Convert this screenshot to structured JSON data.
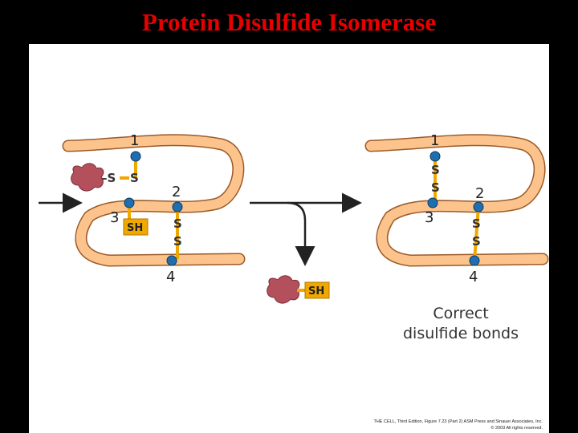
{
  "title": "Protein Disulfide Isomerase",
  "left_diagram": {
    "residues": [
      "1",
      "2",
      "3",
      "4"
    ],
    "bond_1_atoms": [
      "S",
      "S"
    ],
    "bond_2_atoms": [
      "S",
      "S"
    ],
    "pdi_bond_label": "–S",
    "free_thiol": "SH"
  },
  "right_diagram": {
    "residues": [
      "1",
      "2",
      "3",
      "4"
    ],
    "bond_a_atoms": [
      "S",
      "S"
    ],
    "bond_b_atoms": [
      "S",
      "S"
    ]
  },
  "released_enzyme_label": "SH",
  "caption": [
    "Correct",
    "disulfide bonds"
  ],
  "credit": [
    "THE CELL, Third Edition, Figure 7.23 (Part 2)  ASM Press and Sinauer Associates, Inc.",
    "© 2003 All rights reserved."
  ],
  "colors": {
    "title": "#e60000",
    "chain_fill": "#fcc48c",
    "chain_outline": "#9b5a28",
    "cysteine": "#1f6fb0",
    "bond": "#f0a800",
    "enzyme": "#b4505c"
  }
}
